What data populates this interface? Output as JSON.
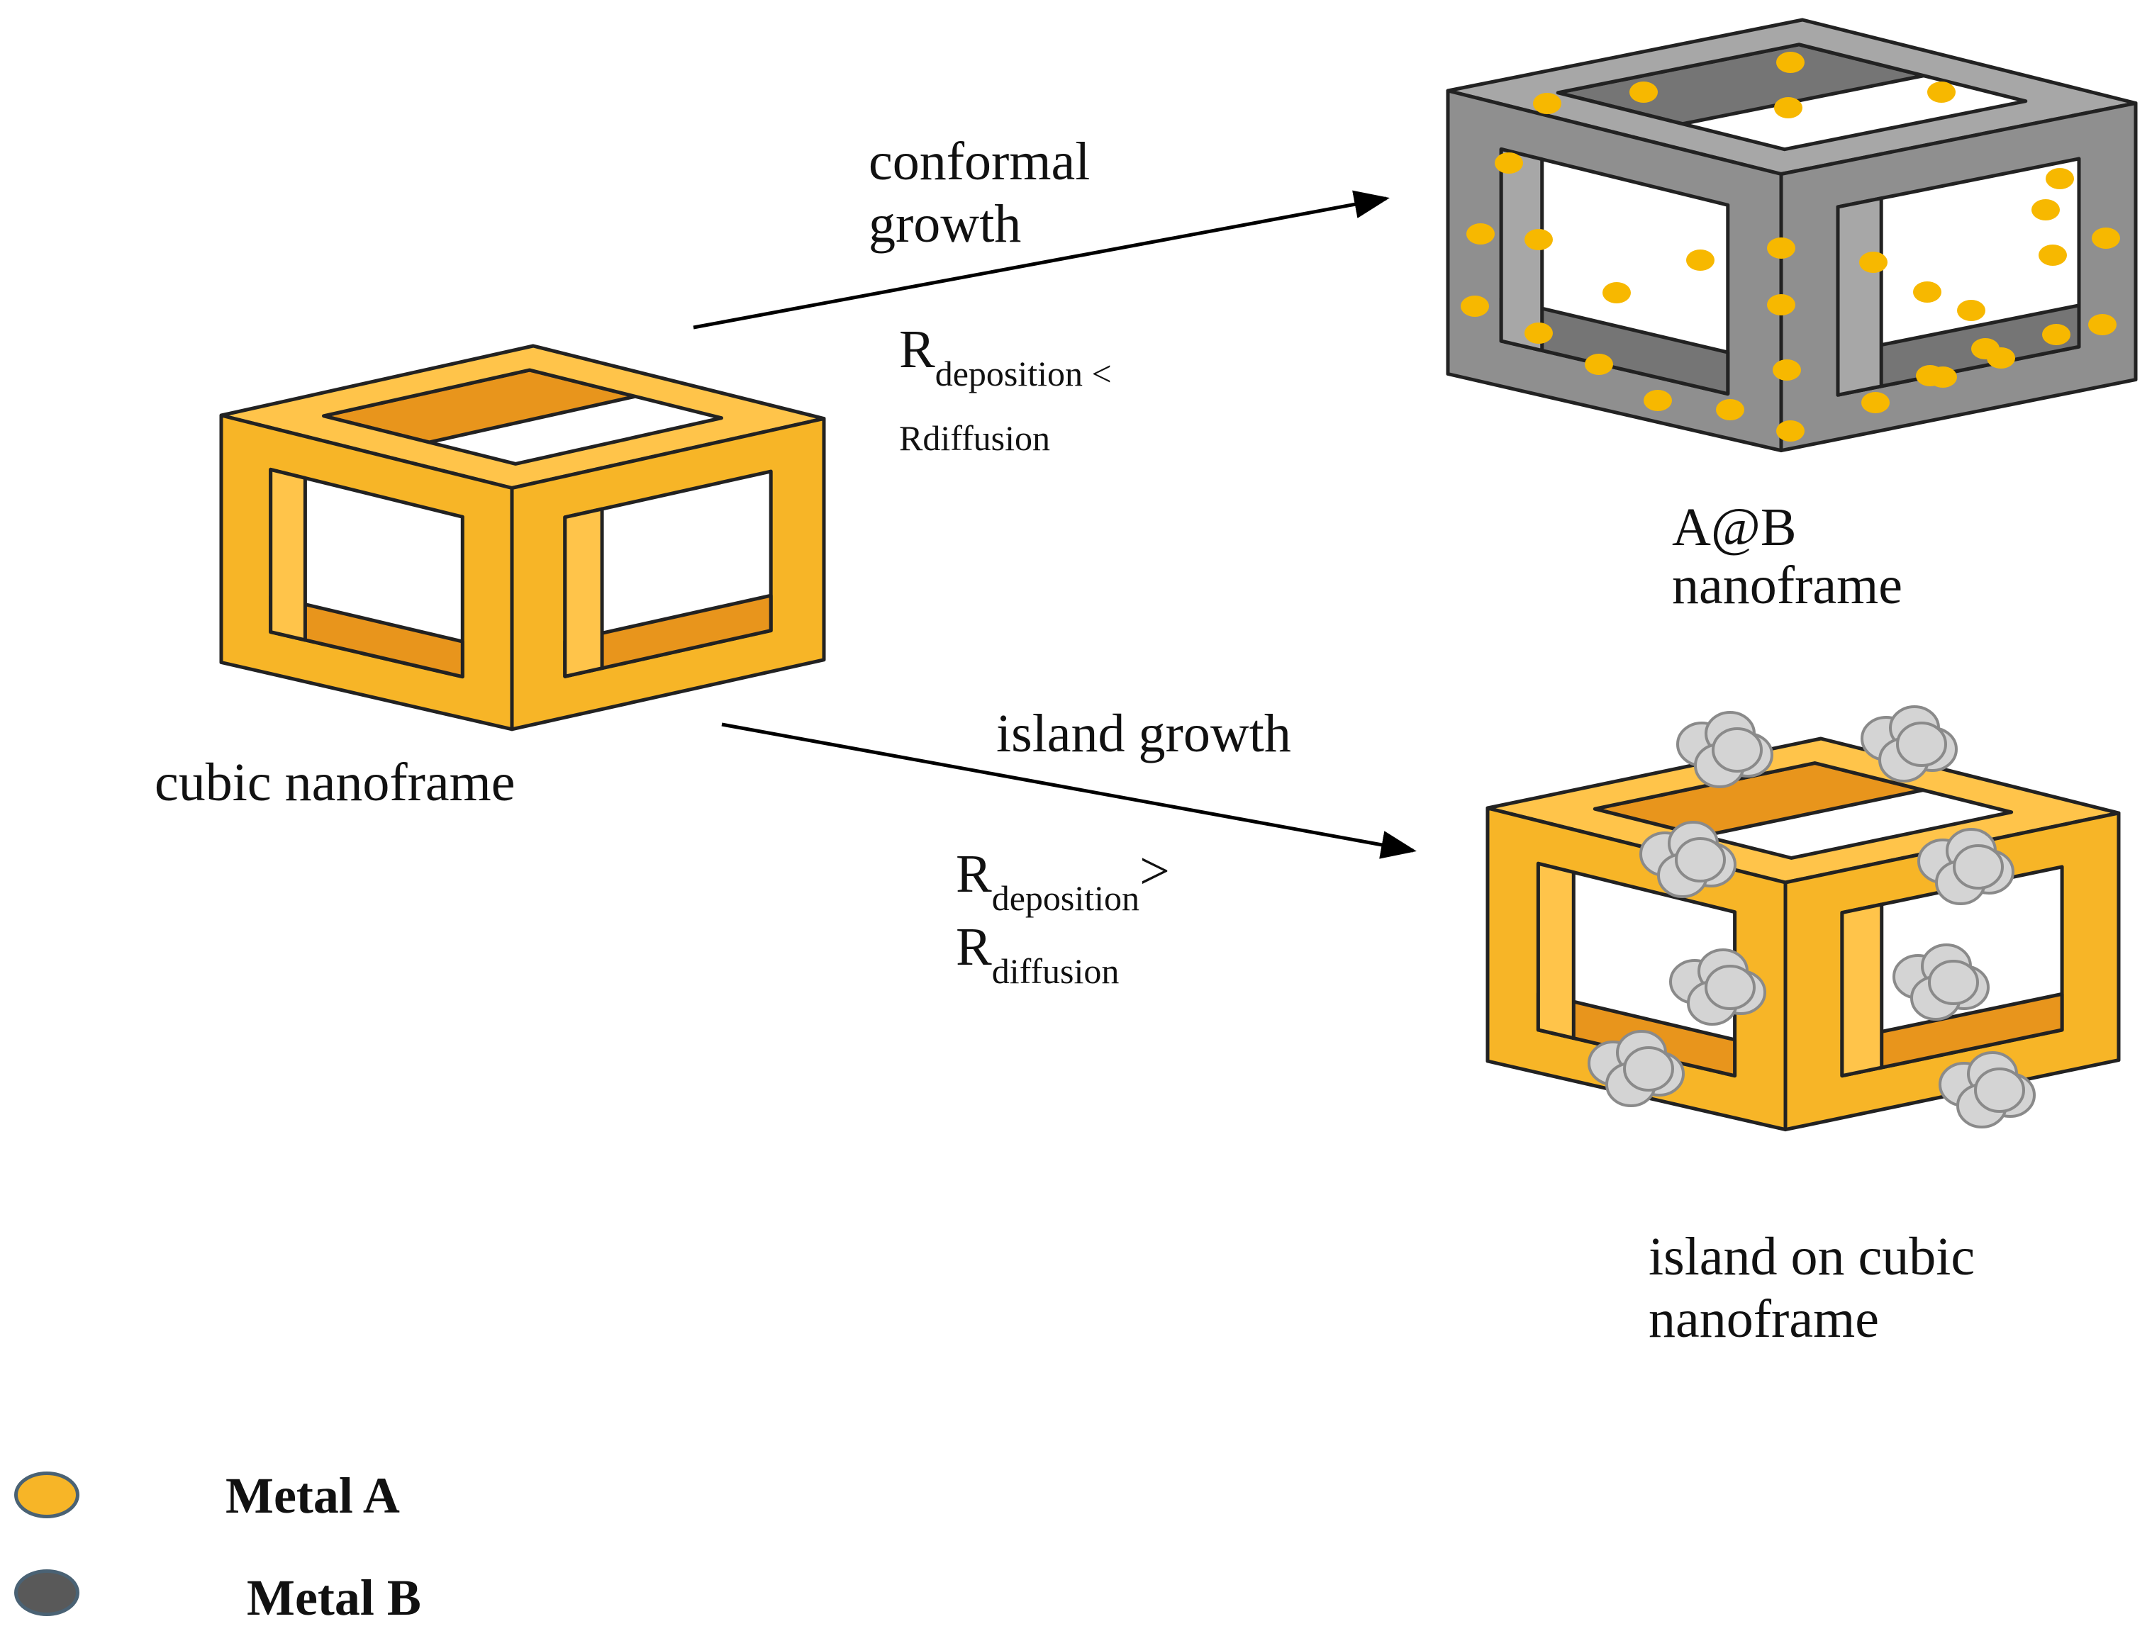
{
  "colors": {
    "metal_a": "#f7b527",
    "metal_a_dark": "#e8951c",
    "metal_a_side": "#ffc44a",
    "metal_b": "#595959",
    "frame_gray": "#8f8f8f",
    "frame_gray_dark": "#757575",
    "frame_gray_light": "#a7a7a7",
    "island_gray": "#d4d4d4",
    "outline": "#222222",
    "arrow": "#000000"
  },
  "labels": {
    "cubic_nanoframe": "cubic nanoframe",
    "conformal_line1": "conformal",
    "conformal_line2": "growth",
    "r_top_big": "R",
    "r_top_sub": "deposition <",
    "r_top_line2": "Rdiffusion",
    "ab_line1": "A@B",
    "ab_line2": "nanoframe",
    "island_growth": "island growth",
    "r_bot1_big": "R",
    "r_bot1_sub": "deposition",
    "r_bot1_gt": ">",
    "r_bot2_big": "R",
    "r_bot2_sub": "diffusion",
    "island_line1": "island on cubic",
    "island_line2": "nanoframe"
  },
  "legend": [
    {
      "label": "Metal A",
      "color": "#f7b527"
    },
    {
      "label": "Metal B",
      "color": "#595959"
    }
  ]
}
